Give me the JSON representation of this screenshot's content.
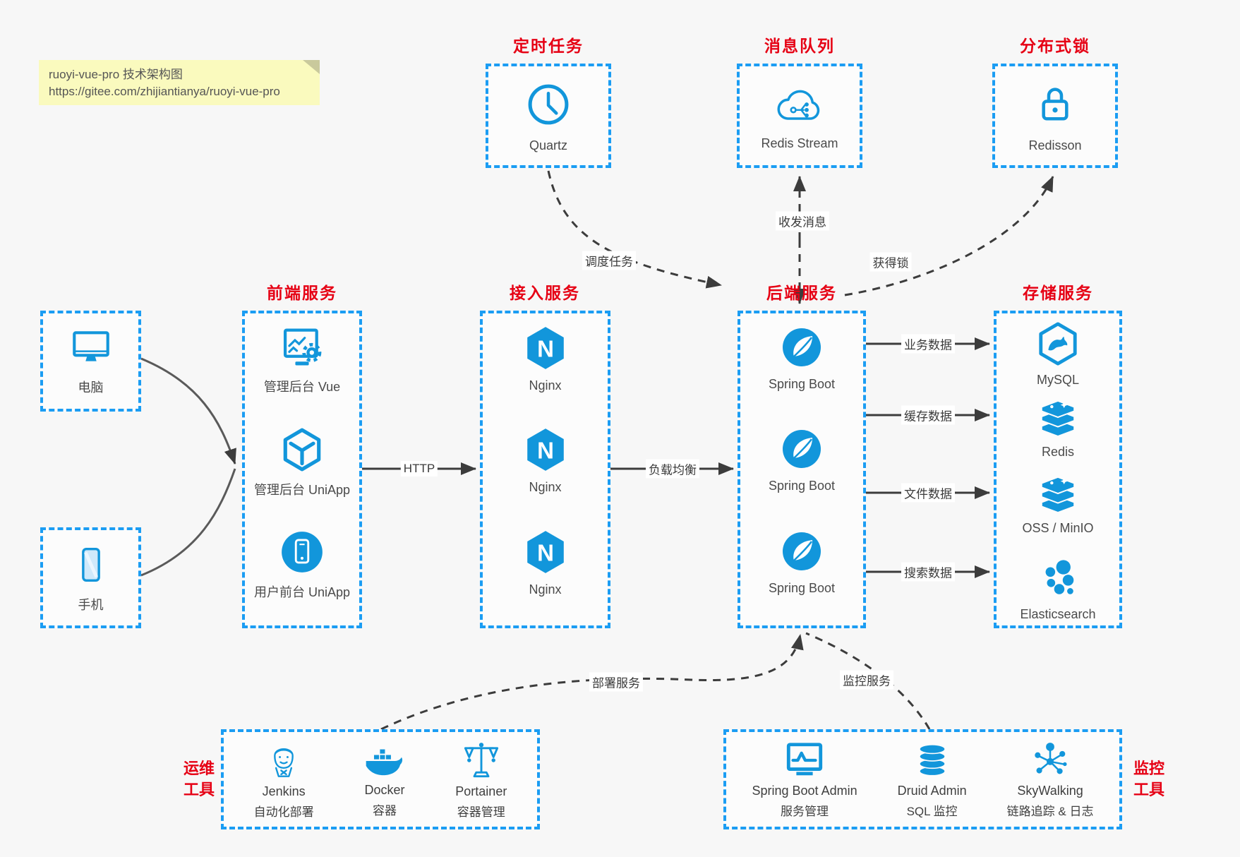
{
  "note": {
    "title": "ruoyi-vue-pro 技术架构图",
    "url": "https://gitee.com/zhijiantianya/ruoyi-vue-pro"
  },
  "colors": {
    "accent_blue": "#1296db",
    "border_blue": "#1b9df3",
    "title_red": "#e60014",
    "note_yellow": "#fafabe",
    "arrow_dark": "#3c3c3c"
  },
  "top_services": [
    {
      "title": "定时任务",
      "label": "Quartz",
      "icon": "clock-icon"
    },
    {
      "title": "消息队列",
      "label": "Redis Stream",
      "icon": "cloud-stream-icon"
    },
    {
      "title": "分布式锁",
      "label": "Redisson",
      "icon": "lock-icon"
    }
  ],
  "clients": [
    {
      "label": "电脑",
      "icon": "desktop-icon"
    },
    {
      "label": "手机",
      "icon": "mobile-icon"
    }
  ],
  "columns": {
    "frontend": {
      "title": "前端服务",
      "items": [
        {
          "label": "管理后台 Vue",
          "icon": "admin-vue-icon"
        },
        {
          "label": "管理后台 UniApp",
          "icon": "uniapp-cube-icon"
        },
        {
          "label": "用户前台 UniApp",
          "icon": "user-app-icon"
        }
      ]
    },
    "gateway": {
      "title": "接入服务",
      "items": [
        {
          "label": "Nginx",
          "icon": "nginx-icon"
        },
        {
          "label": "Nginx",
          "icon": "nginx-icon"
        },
        {
          "label": "Nginx",
          "icon": "nginx-icon"
        }
      ]
    },
    "backend": {
      "title": "后端服务",
      "items": [
        {
          "label": "Spring Boot",
          "icon": "spring-boot-icon"
        },
        {
          "label": "Spring Boot",
          "icon": "spring-boot-icon"
        },
        {
          "label": "Spring Boot",
          "icon": "spring-boot-icon"
        }
      ]
    },
    "storage": {
      "title": "存储服务",
      "items": [
        {
          "label": "MySQL",
          "icon": "mysql-icon"
        },
        {
          "label": "Redis",
          "icon": "redis-stack-icon"
        },
        {
          "label": "OSS / MinIO",
          "icon": "redis-stack-icon"
        },
        {
          "label": "Elasticsearch",
          "icon": "elasticsearch-icon"
        }
      ]
    }
  },
  "tool_groups": {
    "ops": {
      "title_line1": "运维",
      "title_line2": "工具",
      "items": [
        {
          "label": "Jenkins",
          "sublabel": "自动化部署",
          "icon": "jenkins-icon"
        },
        {
          "label": "Docker",
          "sublabel": "容器",
          "icon": "docker-icon"
        },
        {
          "label": "Portainer",
          "sublabel": "容器管理",
          "icon": "portainer-icon"
        }
      ]
    },
    "monitor": {
      "title_line1": "监控",
      "title_line2": "工具",
      "items": [
        {
          "label": "Spring Boot Admin",
          "sublabel": "服务管理",
          "icon": "sb-admin-icon"
        },
        {
          "label": "Druid Admin",
          "sublabel": "SQL 监控",
          "icon": "druid-icon"
        },
        {
          "label": "SkyWalking",
          "sublabel": "链路追踪 & 日志",
          "icon": "skywalking-icon"
        }
      ]
    }
  },
  "edges": {
    "http": "HTTP",
    "load_balance": "负载均衡",
    "schedule": "调度任务",
    "messaging": "收发消息",
    "acquire_lock": "获得锁",
    "business_data": "业务数据",
    "cache_data": "缓存数据",
    "file_data": "文件数据",
    "search_data": "搜索数据",
    "deploy": "部署服务",
    "monitoring": "监控服务"
  }
}
